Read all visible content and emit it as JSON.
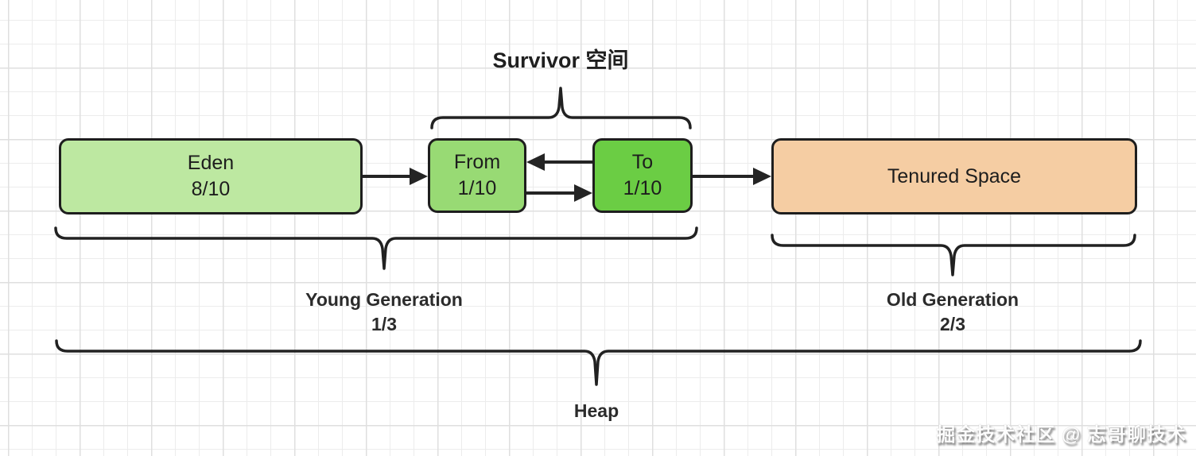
{
  "diagram": {
    "survivor_title": "Survivor 空间",
    "nodes": [
      {
        "id": "eden",
        "label": "Eden",
        "ratio": "8/10",
        "fill": "#bde8a1"
      },
      {
        "id": "from",
        "label": "From",
        "ratio": "1/10",
        "fill": "#98da74"
      },
      {
        "id": "to",
        "label": "To",
        "ratio": "1/10",
        "fill": "#6bcd44"
      },
      {
        "id": "tenured",
        "label": "Tenured Space",
        "ratio": "",
        "fill": "#f5cda3"
      }
    ],
    "groups": [
      {
        "id": "young",
        "label": "Young Generation",
        "fraction": "1/3"
      },
      {
        "id": "old",
        "label": "Old Generation",
        "fraction": "2/3"
      },
      {
        "id": "heap",
        "label": "Heap",
        "fraction": ""
      }
    ],
    "watermark": "掘金技术社区 @ 志哥聊技术",
    "colors": {
      "stroke": "#212121",
      "node_border": "#1e1e1e",
      "text": "#1d1d1d",
      "grid_minor": "#ececec",
      "grid_major": "#dfdfdf",
      "background": "#ffffff"
    }
  }
}
